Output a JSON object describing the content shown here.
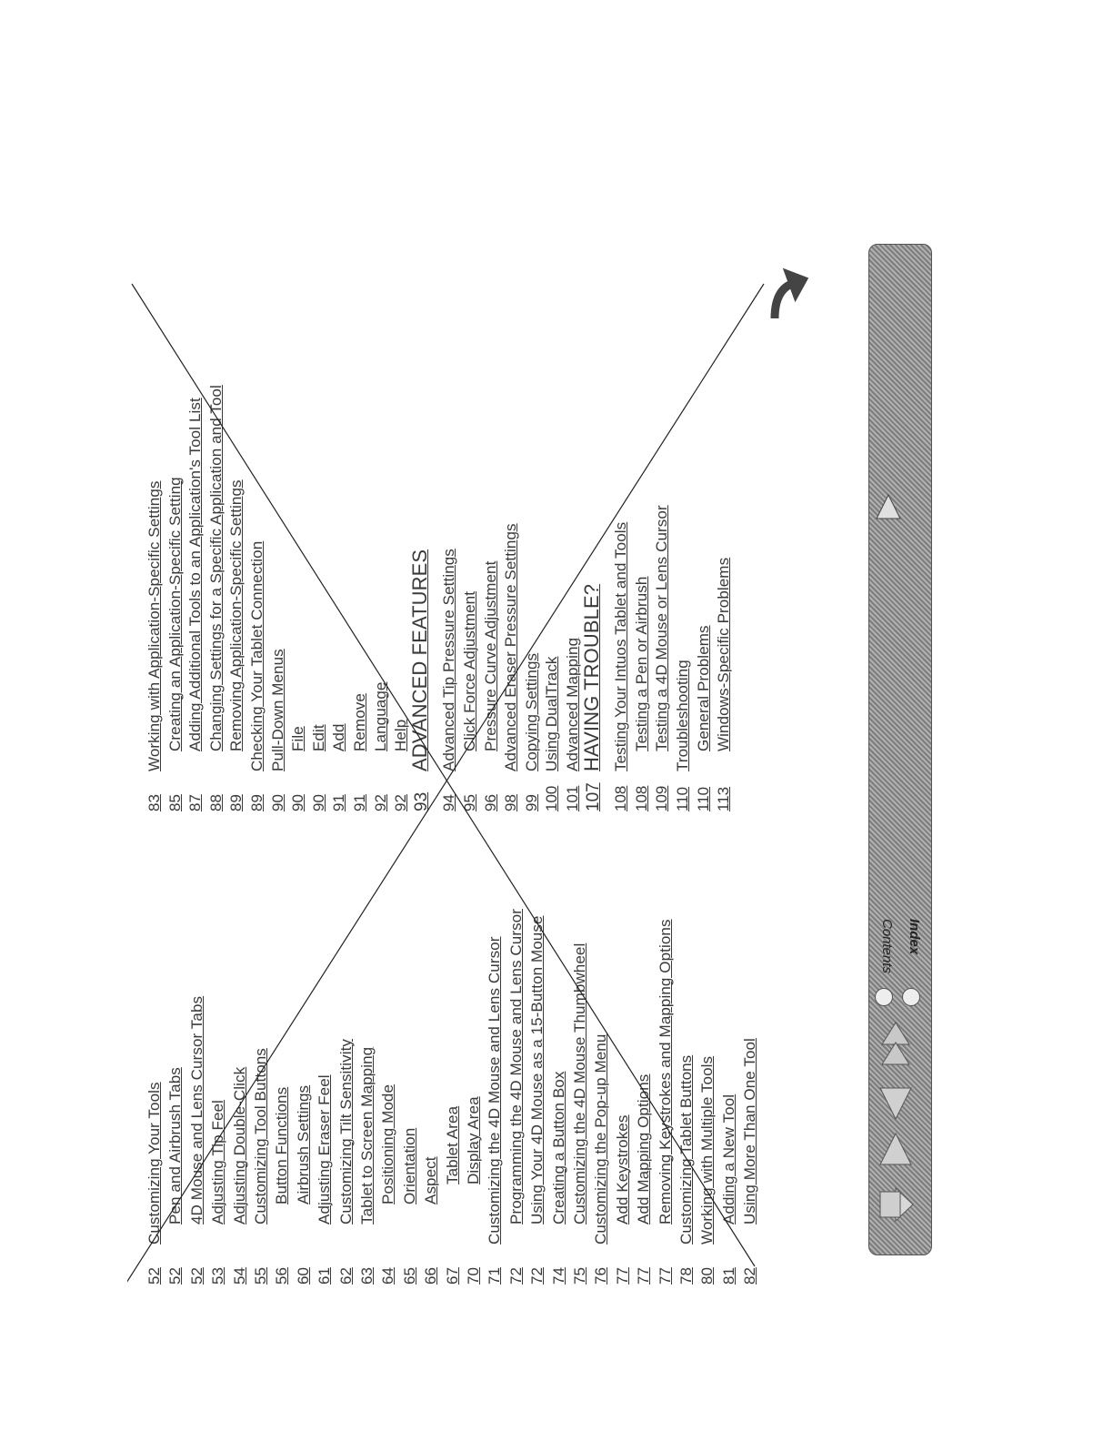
{
  "left_column": [
    {
      "text": "Customizing Your Tools",
      "page": "52",
      "indent": 0,
      "link": true
    },
    {
      "text": "Pen and Airbrush Tabs",
      "page": "52",
      "indent": 1,
      "link": true
    },
    {
      "text": "4D Mouse and Lens Cursor Tabs",
      "page": "52",
      "indent": 1,
      "link": true
    },
    {
      "text": "Adjusting Tip Feel",
      "page": "53",
      "indent": 1,
      "link": true
    },
    {
      "text": "Adjusting Double-Click",
      "page": "54",
      "indent": 1,
      "link": true
    },
    {
      "text": "Customizing Tool Buttons",
      "page": "55",
      "indent": 1,
      "link": true
    },
    {
      "text": "Button Functions",
      "page": "56",
      "indent": 2,
      "link": true
    },
    {
      "text": "Airbrush Settings",
      "page": "60",
      "indent": 2,
      "link": true
    },
    {
      "text": "Adjusting Eraser Feel",
      "page": "61",
      "indent": 1,
      "link": true
    },
    {
      "text": "Customizing Tilt Sensitivity",
      "page": "62",
      "indent": 1,
      "link": true
    },
    {
      "text": "Tablet to Screen Mapping",
      "page": "63",
      "indent": 1,
      "link": true
    },
    {
      "text": "Positioning Mode",
      "page": "64",
      "indent": 2,
      "link": true
    },
    {
      "text": "Orientation",
      "page": "65",
      "indent": 2,
      "link": true
    },
    {
      "text": "Aspect",
      "page": "66",
      "indent": 2,
      "link": true
    },
    {
      "text": "Tablet Area",
      "page": "67",
      "indent": 3,
      "link": true
    },
    {
      "text": "Display Area",
      "page": "70",
      "indent": 3,
      "link": true
    },
    {
      "text": "Customizing the 4D Mouse and Lens Cursor",
      "page": "71",
      "indent": 0,
      "link": true
    },
    {
      "text": "Programming the 4D Mouse and Lens Cursor",
      "page": "72",
      "indent": 1,
      "link": true
    },
    {
      "text": "Using Your 4D Mouse as a 15-Button Mouse",
      "page": "72",
      "indent": 1,
      "link": true
    },
    {
      "text": "Creating a Button Box",
      "page": "74",
      "indent": 1,
      "link": true
    },
    {
      "text": "Customizing the 4D Mouse Thumbwheel",
      "page": "75",
      "indent": 1,
      "link": true
    },
    {
      "text": "Customizing the Pop-up Menu",
      "page": "76",
      "indent": 0,
      "link": true
    },
    {
      "text": "Add Keystrokes",
      "page": "77",
      "indent": 1,
      "link": true
    },
    {
      "text": "Add Mapping Options",
      "page": "77",
      "indent": 1,
      "link": true
    },
    {
      "text": "Removing Keystrokes and Mapping Options",
      "page": "77",
      "indent": 1,
      "link": true
    },
    {
      "text": "Customizing Tablet Buttons",
      "page": "78",
      "indent": 0,
      "link": true
    },
    {
      "text": "Working with Multiple Tools",
      "page": "80",
      "indent": 0,
      "link": true
    },
    {
      "text": "Adding a New Tool",
      "page": "81",
      "indent": 1,
      "link": true
    },
    {
      "text": "Using More Than One Tool",
      "page": "82",
      "indent": 1,
      "link": true
    }
  ],
  "right_column": [
    {
      "text": "Working with Application-Specific Settings",
      "page": "83",
      "indent": 0,
      "link": true,
      "big": false
    },
    {
      "text": "Creating an Application-Specific Setting",
      "page": "85",
      "indent": 1,
      "link": true,
      "big": false
    },
    {
      "text": "Adding Additional Tools to an Application's Tool List",
      "page": "87",
      "indent": 1,
      "link": true,
      "big": false
    },
    {
      "text": "Changing Settings for a Specific Application and Tool",
      "page": "88",
      "indent": 1,
      "link": true,
      "big": false
    },
    {
      "text": "Removing Application-Specific Settings",
      "page": "89",
      "indent": 1,
      "link": true,
      "big": false
    },
    {
      "text": "Checking Your Tablet Connection",
      "page": "89",
      "indent": 0,
      "link": true,
      "big": false
    },
    {
      "text": "Pull-Down Menus",
      "page": "90",
      "indent": 0,
      "link": true,
      "big": false
    },
    {
      "text": "File",
      "page": "90",
      "indent": 1,
      "link": true,
      "big": false
    },
    {
      "text": "Edit",
      "page": "90",
      "indent": 1,
      "link": true,
      "big": false
    },
    {
      "text": "Add",
      "page": "91",
      "indent": 1,
      "link": true,
      "big": false
    },
    {
      "text": "Remove",
      "page": "91",
      "indent": 1,
      "link": true,
      "big": false
    },
    {
      "text": "Language",
      "page": "92",
      "indent": 1,
      "link": true,
      "big": false
    },
    {
      "text": "Help",
      "page": "92",
      "indent": 1,
      "link": true,
      "big": false
    },
    {
      "text": "ADVANCED FEATURES",
      "page": "93",
      "indent": 0,
      "link": true,
      "big": true
    },
    {
      "text": "Advanced Tip Pressure Settings",
      "page": "94",
      "indent": 0,
      "link": true,
      "big": false
    },
    {
      "text": "Click Force Adjustment",
      "page": "95",
      "indent": 1,
      "link": true,
      "big": false
    },
    {
      "text": "Pressure Curve Adjustment",
      "page": "96",
      "indent": 1,
      "link": true,
      "big": false
    },
    {
      "text": "Advanced Eraser Pressure Settings",
      "page": "98",
      "indent": 0,
      "link": true,
      "big": false
    },
    {
      "text": "Copying Settings",
      "page": "99",
      "indent": 0,
      "link": true,
      "big": false
    },
    {
      "text": "Using DualTrack",
      "page": "100",
      "indent": 0,
      "link": true,
      "big": false
    },
    {
      "text": "Advanced Mapping",
      "page": "101",
      "indent": 0,
      "link": true,
      "big": false
    },
    {
      "text": "HAVING TROUBLE?",
      "page": "107",
      "indent": 0,
      "link": true,
      "big": true
    },
    {
      "text": "Testing Your Intuos Tablet and Tools",
      "page": "108",
      "indent": 0,
      "link": true,
      "big": false
    },
    {
      "text": "Testing a Pen or Airbrush",
      "page": "108",
      "indent": 1,
      "link": true,
      "big": false
    },
    {
      "text": "Testing a 4D Mouse or Lens Cursor",
      "page": "109",
      "indent": 1,
      "link": true,
      "big": false
    },
    {
      "text": "Troubleshooting",
      "page": "110",
      "indent": 0,
      "link": true,
      "big": false
    },
    {
      "text": "General Problems",
      "page": "110",
      "indent": 1,
      "link": true,
      "big": false
    },
    {
      "text": "Windows-Specific Problems",
      "page": "113",
      "indent": 1,
      "link": true,
      "big": false
    }
  ],
  "nav": {
    "index_label": "Index",
    "contents_label": "Contents"
  },
  "colors": {
    "text": "#3a3a3a",
    "bar": "#9a9a9a",
    "cross_line": "#222222"
  }
}
